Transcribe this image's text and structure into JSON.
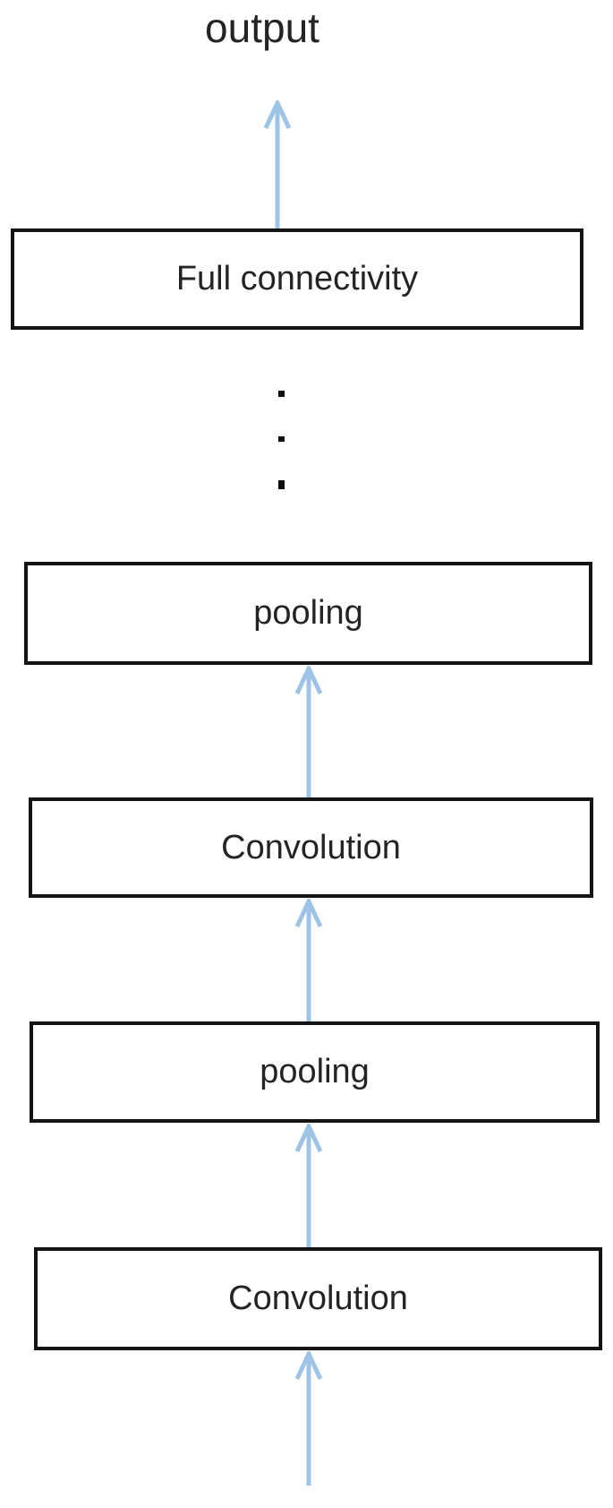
{
  "diagram": {
    "title": "CNN layer stack flow diagram",
    "output_label": "output",
    "layers": [
      {
        "label": "Full connectivity"
      },
      {
        "label": "pooling"
      },
      {
        "label": "Convolution"
      },
      {
        "label": "pooling"
      },
      {
        "label": "Convolution"
      }
    ],
    "ellipsis_dots": 3,
    "arrows": {
      "count": 5,
      "direction": "up"
    },
    "colors": {
      "arrow": "#9dc3e6",
      "box_border": "#141414",
      "text": "#242424",
      "background": "#ffffff"
    }
  }
}
